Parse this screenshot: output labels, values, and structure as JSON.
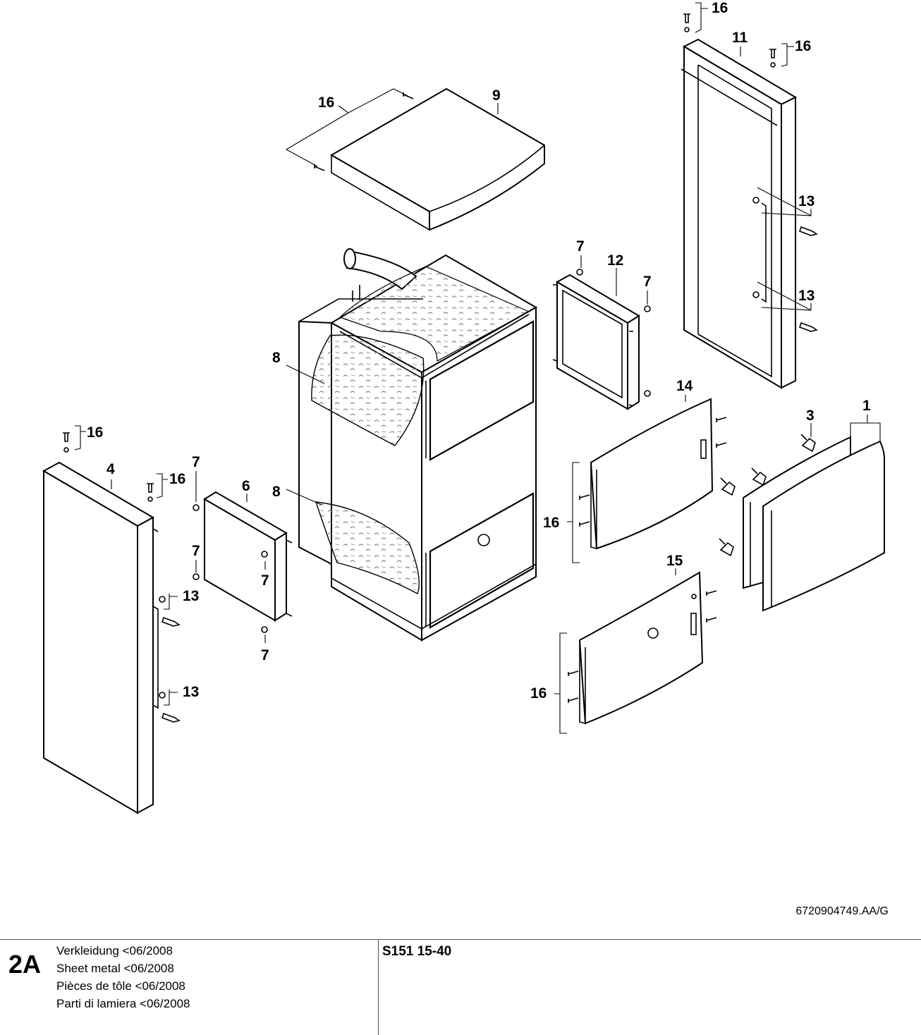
{
  "diagram": {
    "labels": {
      "l1": "1",
      "l3": "3",
      "l4": "4",
      "l6": "6",
      "l7": "7",
      "l8": "8",
      "l9": "9",
      "l11": "11",
      "l12": "12",
      "l13": "13",
      "l14": "14",
      "l15": "15",
      "l16": "16"
    }
  },
  "doc_number": "6720904749.AA/G",
  "footer": {
    "section": "2A",
    "names": [
      "Verkleidung <06/2008",
      "Sheet metal <06/2008",
      "Pièces de tôle <06/2008",
      "Parti di lamiera <06/2008"
    ],
    "model": "S151 15-40"
  }
}
